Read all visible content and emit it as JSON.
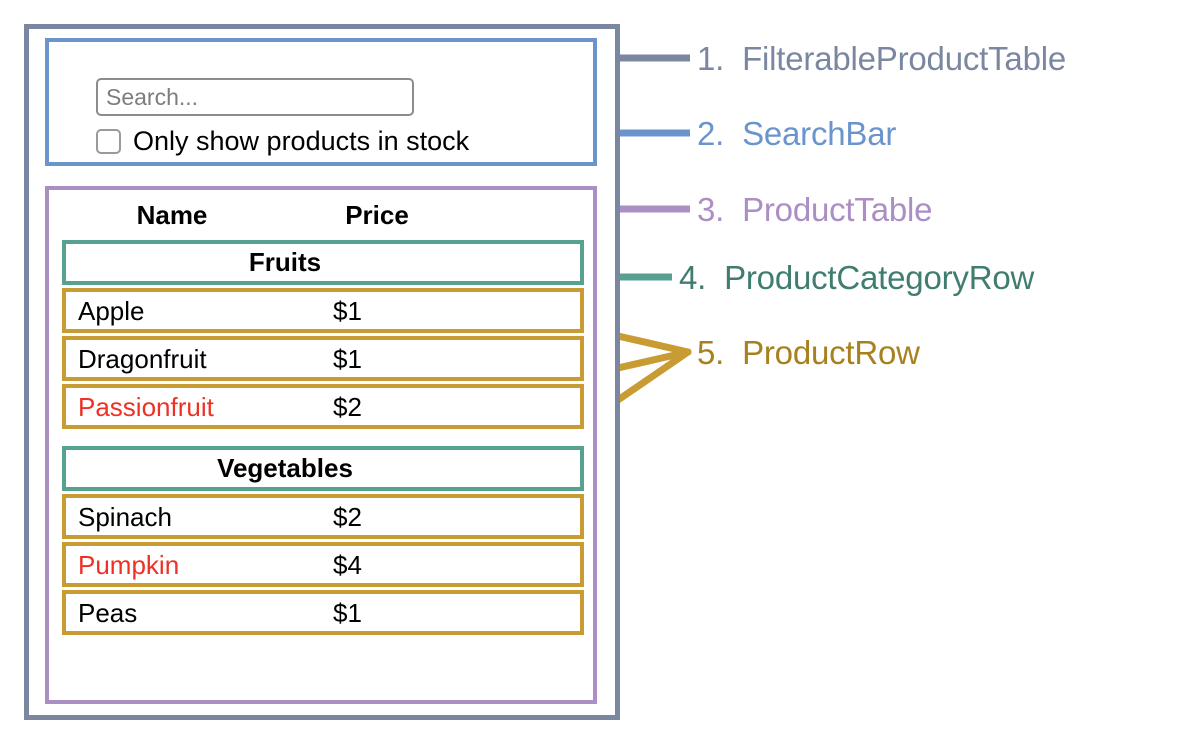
{
  "colors": {
    "filterable_product_table": "#7b87a0",
    "search_bar": "#6b94cc",
    "product_table": "#ab8ec4",
    "product_category_row": "#56a18f",
    "product_row": "#c99c33",
    "out_of_stock_text": "#ee3124",
    "text": "#000000",
    "placeholder": "#7d7d7d"
  },
  "search_bar": {
    "input_value": "",
    "input_placeholder": "Search...",
    "checkbox_label": "Only show products in stock",
    "checkbox_checked": false
  },
  "product_table": {
    "columns": [
      "Name",
      "Price"
    ],
    "groups": [
      {
        "category": "Fruits",
        "rows": [
          {
            "name": "Apple",
            "price": "$1",
            "in_stock": true
          },
          {
            "name": "Dragonfruit",
            "price": "$1",
            "in_stock": true
          },
          {
            "name": "Passionfruit",
            "price": "$2",
            "in_stock": false
          }
        ]
      },
      {
        "category": "Vegetables",
        "rows": [
          {
            "name": "Spinach",
            "price": "$2",
            "in_stock": true
          },
          {
            "name": "Pumpkin",
            "price": "$4",
            "in_stock": false
          },
          {
            "name": "Peas",
            "price": "$1",
            "in_stock": true
          }
        ]
      }
    ]
  },
  "legend": [
    {
      "number": "1.",
      "label": "FilterableProductTable",
      "color": "#7b87a0"
    },
    {
      "number": "2.",
      "label": "SearchBar",
      "color": "#6b94cc"
    },
    {
      "number": "3.",
      "label": "ProductTable",
      "color": "#ab8ec4"
    },
    {
      "number": "4.",
      "label": "ProductCategoryRow",
      "color": "#56a18f"
    },
    {
      "number": "5.",
      "label": "ProductRow",
      "color": "#c99c33"
    }
  ]
}
